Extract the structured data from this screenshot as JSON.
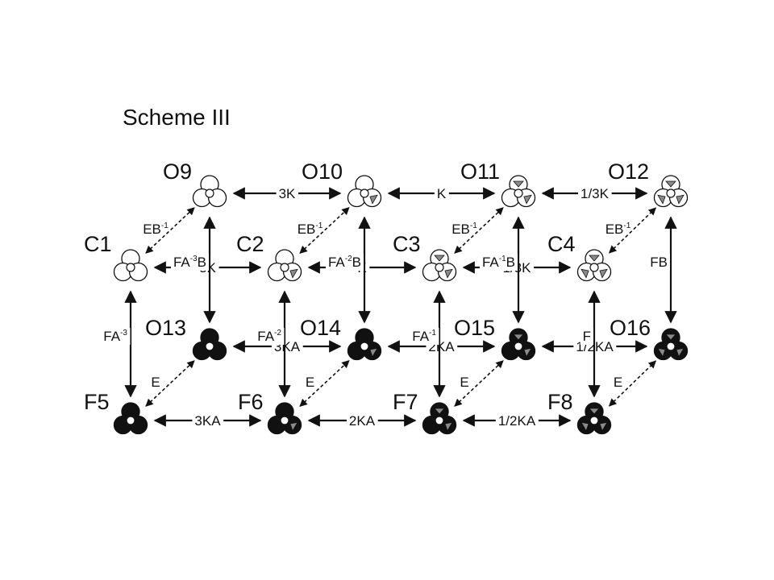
{
  "title": "Scheme III",
  "nodes": [
    {
      "id": "O9",
      "label": "O9",
      "fill": "open",
      "marks": [
        false,
        false,
        false
      ]
    },
    {
      "id": "O10",
      "label": "O10",
      "fill": "open",
      "marks": [
        false,
        false,
        true
      ]
    },
    {
      "id": "O11",
      "label": "O11",
      "fill": "open",
      "marks": [
        true,
        false,
        true
      ]
    },
    {
      "id": "O12",
      "label": "O12",
      "fill": "open",
      "marks": [
        true,
        true,
        true
      ]
    },
    {
      "id": "C1",
      "label": "C1",
      "fill": "open",
      "marks": [
        false,
        false,
        false
      ]
    },
    {
      "id": "C2",
      "label": "C2",
      "fill": "open",
      "marks": [
        false,
        false,
        true
      ]
    },
    {
      "id": "C3",
      "label": "C3",
      "fill": "open",
      "marks": [
        true,
        false,
        true
      ]
    },
    {
      "id": "C4",
      "label": "C4",
      "fill": "open",
      "marks": [
        true,
        true,
        true
      ]
    },
    {
      "id": "O13",
      "label": "O13",
      "fill": "filled",
      "marks": [
        false,
        false,
        false
      ]
    },
    {
      "id": "O14",
      "label": "O14",
      "fill": "filled",
      "marks": [
        false,
        false,
        true
      ]
    },
    {
      "id": "O15",
      "label": "O15",
      "fill": "filled",
      "marks": [
        true,
        false,
        true
      ]
    },
    {
      "id": "O16",
      "label": "O16",
      "fill": "filled",
      "marks": [
        true,
        true,
        true
      ]
    },
    {
      "id": "F5",
      "label": "F5",
      "fill": "filled",
      "marks": [
        false,
        false,
        false
      ]
    },
    {
      "id": "F6",
      "label": "F6",
      "fill": "filled",
      "marks": [
        false,
        false,
        true
      ]
    },
    {
      "id": "F7",
      "label": "F7",
      "fill": "filled",
      "marks": [
        true,
        false,
        true
      ]
    },
    {
      "id": "F8",
      "label": "F8",
      "fill": "filled",
      "marks": [
        true,
        true,
        true
      ]
    }
  ],
  "edges": [
    {
      "from": "O9",
      "to": "O10",
      "label": "3K",
      "sup": ""
    },
    {
      "from": "O10",
      "to": "O11",
      "label": "K",
      "sup": ""
    },
    {
      "from": "O11",
      "to": "O12",
      "label": "1/3K",
      "sup": ""
    },
    {
      "from": "C1",
      "to": "C2",
      "label": "3K",
      "sup": ""
    },
    {
      "from": "C2",
      "to": "C3",
      "label": "K",
      "sup": ""
    },
    {
      "from": "C3",
      "to": "C4",
      "label": "1/3K",
      "sup": ""
    },
    {
      "from": "O13",
      "to": "O14",
      "label": "3KA",
      "sup": ""
    },
    {
      "from": "O14",
      "to": "O15",
      "label": "2KA",
      "sup": ""
    },
    {
      "from": "O15",
      "to": "O16",
      "label": "1/2KA",
      "sup": ""
    },
    {
      "from": "F5",
      "to": "F6",
      "label": "3KA",
      "sup": ""
    },
    {
      "from": "F6",
      "to": "F7",
      "label": "2KA",
      "sup": ""
    },
    {
      "from": "F7",
      "to": "F8",
      "label": "1/2KA",
      "sup": ""
    },
    {
      "from": "O9",
      "to": "O13",
      "label": "FA",
      "sup": "-3",
      "suffix": "B"
    },
    {
      "from": "O10",
      "to": "O14",
      "label": "FA",
      "sup": "-2",
      "suffix": "B"
    },
    {
      "from": "O11",
      "to": "O15",
      "label": "FA",
      "sup": "-1",
      "suffix": "B"
    },
    {
      "from": "O12",
      "to": "O16",
      "label": "FB",
      "sup": "",
      "suffix": ""
    },
    {
      "from": "C1",
      "to": "F5",
      "label": "FA",
      "sup": "-3",
      "suffix": ""
    },
    {
      "from": "C2",
      "to": "F6",
      "label": "FA",
      "sup": "-2",
      "suffix": ""
    },
    {
      "from": "C3",
      "to": "F7",
      "label": "FA",
      "sup": "-1",
      "suffix": ""
    },
    {
      "from": "C4",
      "to": "F8",
      "label": "F",
      "sup": "",
      "suffix": ""
    },
    {
      "from": "C1",
      "to": "O9",
      "label": "EB",
      "sup": "-1",
      "suffix": ""
    },
    {
      "from": "C2",
      "to": "O10",
      "label": "EB",
      "sup": "-1",
      "suffix": ""
    },
    {
      "from": "C3",
      "to": "O11",
      "label": "EB",
      "sup": "-1",
      "suffix": ""
    },
    {
      "from": "C4",
      "to": "O12",
      "label": "EB",
      "sup": "-1",
      "suffix": ""
    },
    {
      "from": "F5",
      "to": "O13",
      "label": "E",
      "sup": "",
      "suffix": ""
    },
    {
      "from": "F6",
      "to": "O14",
      "label": "E",
      "sup": "",
      "suffix": ""
    },
    {
      "from": "F7",
      "to": "O15",
      "label": "E",
      "sup": "",
      "suffix": ""
    },
    {
      "from": "F8",
      "to": "O16",
      "label": "E",
      "sup": "",
      "suffix": ""
    }
  ]
}
